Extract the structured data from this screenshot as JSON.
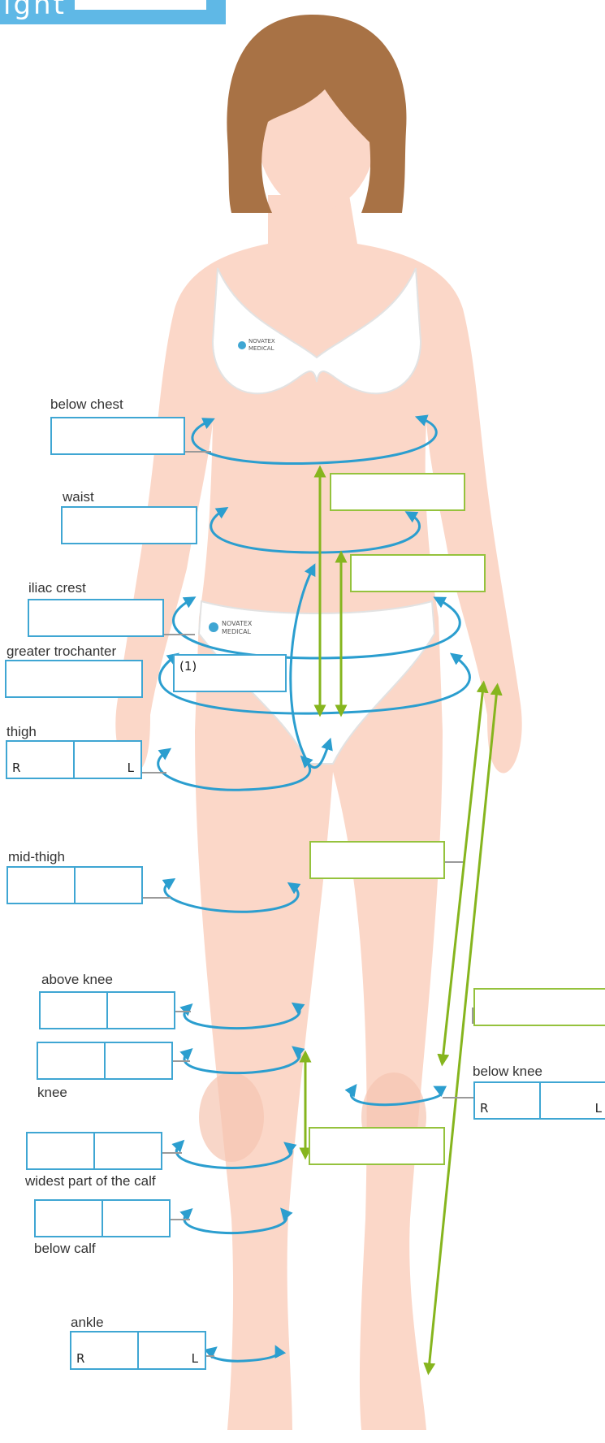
{
  "header": {
    "title": "ight"
  },
  "brand": {
    "line1": "NOVATEX",
    "line2": "MEDICAL"
  },
  "side_markers": {
    "right": "R",
    "left": "L"
  },
  "measurements": {
    "below_chest": "below chest",
    "waist": "waist",
    "iliac_crest": "iliac crest",
    "greater_trochanter": "greater trochanter",
    "greater_trochanter_note": "(1)",
    "thigh": "thigh",
    "mid_thigh": "mid-thigh",
    "above_knee": "above knee",
    "knee": "knee",
    "below_knee": "below knee",
    "widest_calf": "widest part of the calf",
    "below_calf": "below calf",
    "ankle": "ankle"
  },
  "colors": {
    "circumference": "#2b9ecf",
    "length": "#86b51e",
    "skin": "#fbd7c8",
    "hair": "#a87245",
    "header": "#5fb8e6"
  }
}
